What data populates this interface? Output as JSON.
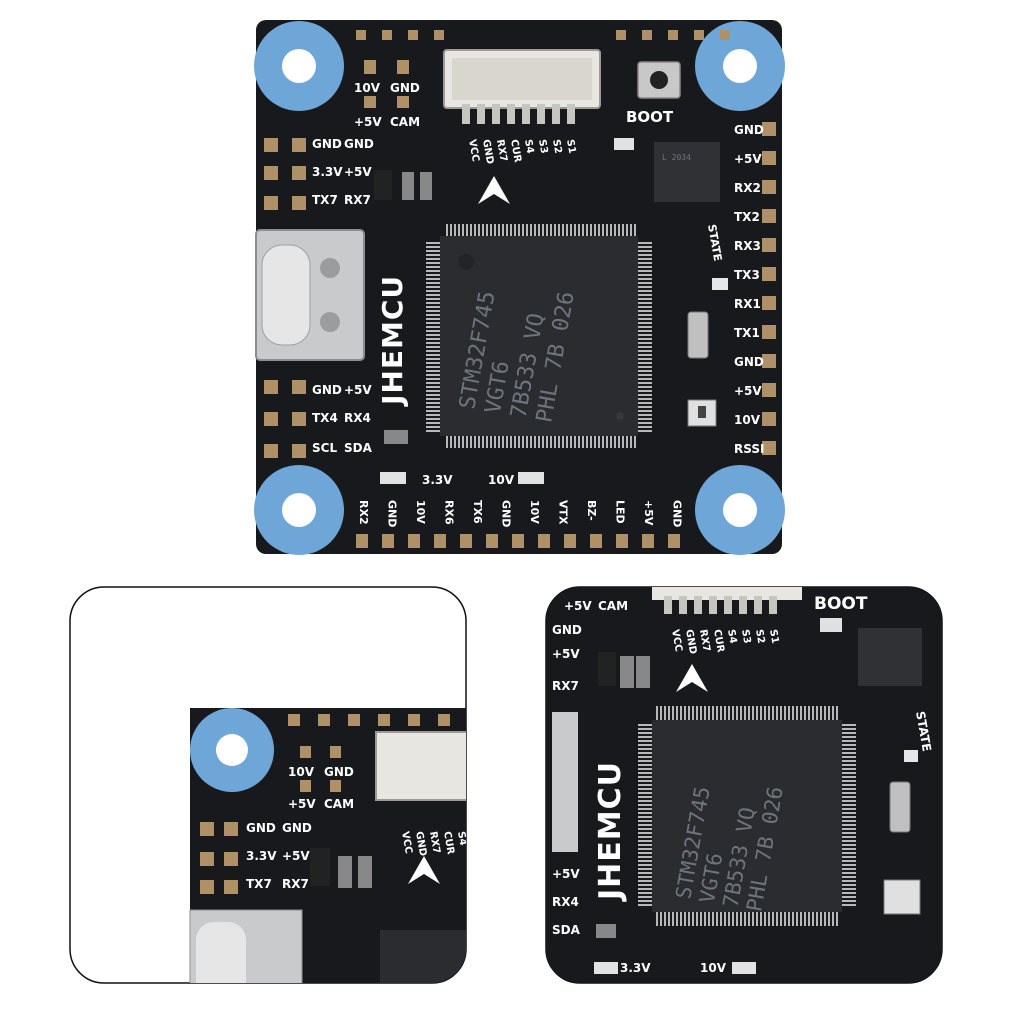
{
  "colors": {
    "pcb": "#17191c",
    "pcb_edge": "#0d0e10",
    "pad": "#b09066",
    "ring": "#6ea6d8",
    "chip": "#2a2c30",
    "silk": "#ffffff"
  },
  "board": {
    "brand": "JHEMCU",
    "mcu_lines": [
      "STM32F745",
      "VGT6",
      "7B533 VQ",
      "PHL 7B 026"
    ],
    "boot_label": "BOOT",
    "state_label": "STATE",
    "top_header": [
      "VCC",
      "GND",
      "RX7",
      "CUR",
      "S4",
      "S3",
      "S2",
      "S1"
    ],
    "top_left_pads": [
      "10V",
      "GND",
      "+5V",
      "CAM"
    ],
    "left_labels": [
      "GND",
      "GND",
      "3.3V",
      "+5V",
      "TX7",
      "RX7",
      "GND",
      "+5V",
      "TX4",
      "RX4",
      "SCL",
      "SDA"
    ],
    "right_labels": [
      "GND",
      "+5V",
      "RX2",
      "TX2",
      "RX3",
      "TX3",
      "RX1",
      "TX1",
      "GND",
      "+5V",
      "10V",
      "RSSI"
    ],
    "bottom_labels": [
      "RX2",
      "GND",
      "10V",
      "RX6",
      "TX6",
      "GND",
      "10V",
      "VTX",
      "BZ-",
      "LED",
      "+5V",
      "GND"
    ],
    "bottom_mid": [
      "3.3V",
      "10V"
    ]
  },
  "zoom_left": {
    "pads": [
      "10V",
      "GND",
      "+5V",
      "CAM"
    ],
    "left_labels": [
      "GND",
      "GND",
      "3.3V",
      "+5V",
      "TX7",
      "RX7"
    ],
    "header": [
      "VCC",
      "GND",
      "RX7",
      "CUR",
      "S4"
    ]
  },
  "zoom_right": {
    "left_labels": [
      "+5V",
      "CAM",
      "GND",
      "+5V",
      "RX7",
      "+5V",
      "RX4",
      "SDA"
    ],
    "boot_label": "BOOT",
    "state_label": "STATE",
    "brand": "JHEMCU",
    "header": [
      "VCC",
      "GND",
      "RX7",
      "CUR",
      "S4",
      "S3",
      "S2",
      "S1"
    ],
    "mcu_lines": [
      "STM32F745",
      "VGT6",
      "7B533 VQ",
      "PHL 7B 026"
    ],
    "bottom_mid": [
      "3.3V",
      "10V"
    ]
  }
}
